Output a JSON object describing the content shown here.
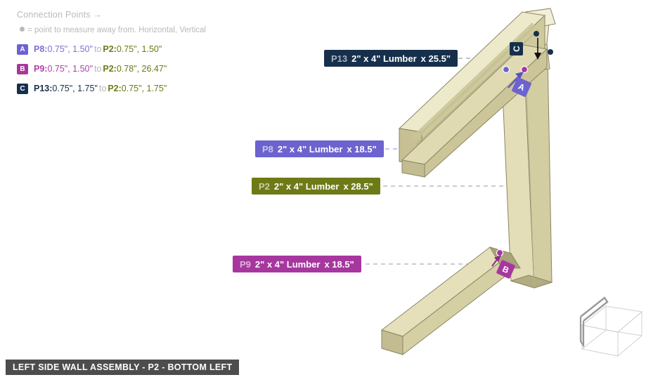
{
  "legend": {
    "title": "Connection Points →",
    "subtitle": "= point to measure away from. Horizontal, Vertical",
    "rows": [
      {
        "badge": "A",
        "badge_color": "#6C63CF",
        "source_id": "P8:",
        "source_values": "0.75\", 1.50\"",
        "source_color": "#7a72d4",
        "join": "to",
        "dest_id": "P2:",
        "dest_values": "0.75\", 1.50\""
      },
      {
        "badge": "B",
        "badge_color": "#A7379F",
        "source_id": "P9:",
        "source_values": "0.75\", 1.50\"",
        "source_color": "#b040a8",
        "join": "to",
        "dest_id": "P2:",
        "dest_values": "0.78\", 26.47\""
      },
      {
        "badge": "C",
        "badge_color": "#16304C",
        "source_id": "P13:",
        "source_values": "0.75\", 1.75\"",
        "source_color": "#16304C",
        "join": "to",
        "dest_id": "P2:",
        "dest_values": "0.75\", 1.75\""
      }
    ]
  },
  "callouts": [
    {
      "key": "p13",
      "part_id": "P13",
      "material": "2\" x 4\" Lumber",
      "dimension": "x 25.5\"",
      "color": "#16304C",
      "leader_color": "#7b8aa0"
    },
    {
      "key": "p8",
      "part_id": "P8",
      "material": "2\" x 4\" Lumber",
      "dimension": "x 18.5\"",
      "color": "#6C63CF",
      "leader_color": "#8b86cf"
    },
    {
      "key": "p2",
      "part_id": "P2",
      "material": "2\" x 4\" Lumber",
      "dimension": "x 28.5\"",
      "color": "#6E7A16",
      "leader_color": "#9a9a9a"
    },
    {
      "key": "p9",
      "part_id": "P9",
      "material": "2\" x 4\" Lumber",
      "dimension": "x 18.5\"",
      "color": "#A7379F",
      "leader_color": "#9a9a9a"
    }
  ],
  "markers": [
    {
      "key": "a",
      "label": "A",
      "color": "#6C63CF"
    },
    {
      "key": "b",
      "label": "B",
      "color": "#A7379F"
    },
    {
      "key": "c",
      "label": "C",
      "color": "#16304C"
    }
  ],
  "titlebar": {
    "text": "LEFT SIDE WALL ASSEMBLY - P2 - BOTTOM LEFT"
  },
  "palette": {
    "lumber_light": "#EDE9CB",
    "lumber_mid": "#DED8AE",
    "lumber_dark": "#BDB78D",
    "lumber_darkest": "#A9A37C",
    "outline": "#7e7a58",
    "background": "#FFFFFF"
  }
}
